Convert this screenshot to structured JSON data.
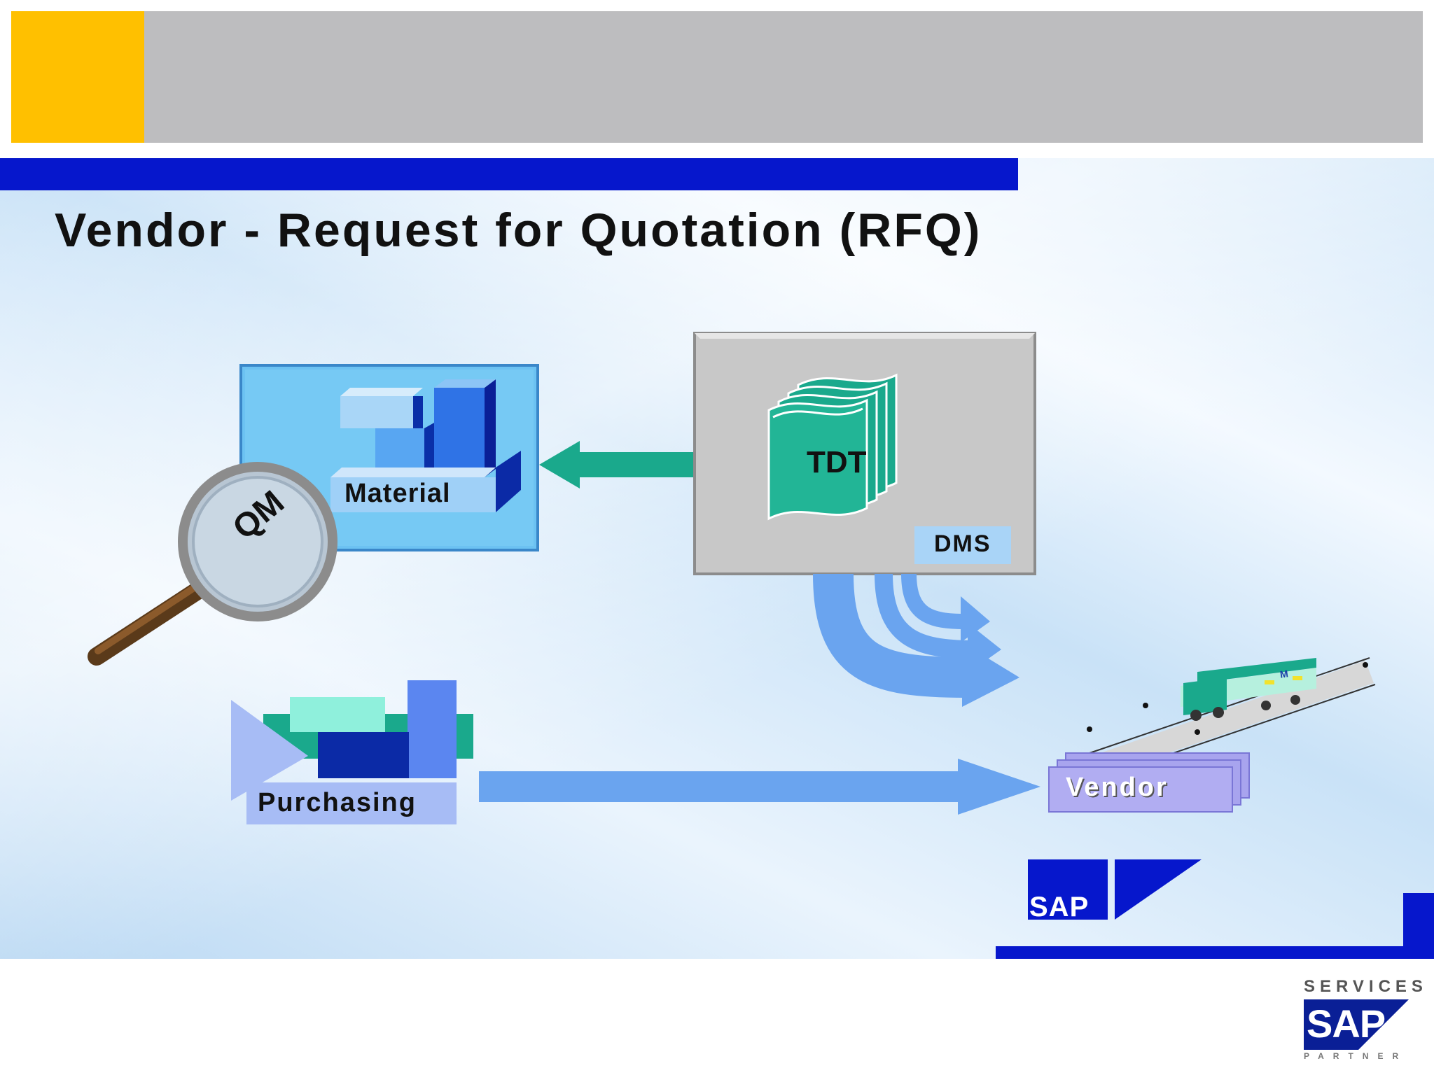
{
  "slide": {
    "title": "Vendor - Request for Quotation (RFQ)"
  },
  "diagram": {
    "material_label": "Material",
    "qm_label": "QM",
    "tdt_label": "TDT",
    "dms_label": "DMS",
    "purchasing_label": "Purchasing",
    "vendor_label": "Vendor",
    "truck_label": "M"
  },
  "logos": {
    "sap_logo_text": "SAP",
    "services_logo_top": "SERVICES",
    "services_logo_sap": "SAP",
    "services_logo_bottom": "PARTNER"
  },
  "colors": {
    "header_yellow": "#ffc000",
    "header_gray": "#bdbdbf",
    "brand_blue": "#0617cc",
    "teal": "#1aa98c",
    "arrow_blue": "#6aa4ef",
    "vendor_purple": "#a8a4ee"
  },
  "icons": [
    "magnifier-icon",
    "document-stack-icon",
    "truck-icon",
    "material-blocks-icon",
    "purchasing-blocks-icon"
  ]
}
